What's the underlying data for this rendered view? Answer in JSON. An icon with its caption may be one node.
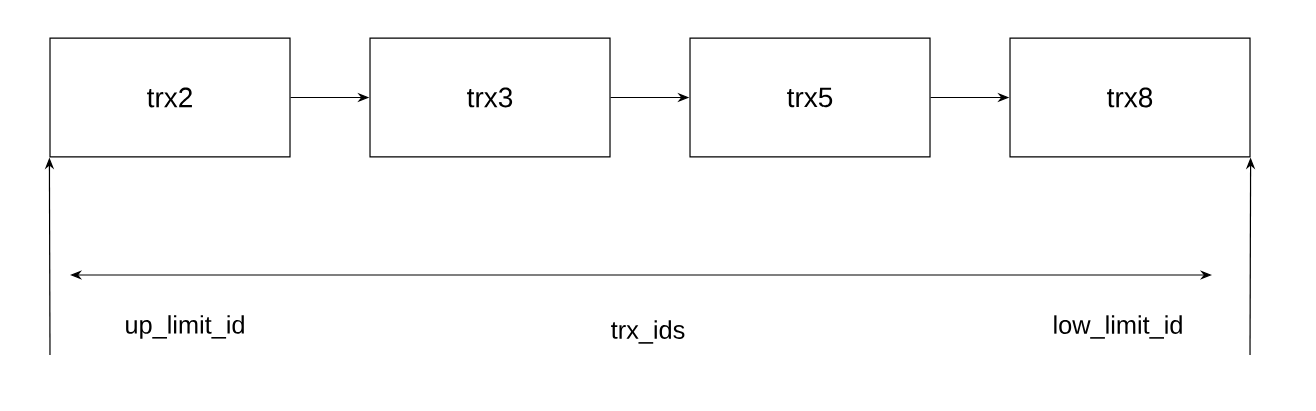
{
  "diagram": {
    "nodes": [
      {
        "text": [
          "trx2"
        ]
      },
      {
        "text": [
          "trx3"
        ]
      },
      {
        "text": [
          "trx5"
        ]
      },
      {
        "text": [
          "trx8"
        ]
      }
    ],
    "edges": [
      {
        "from": 0,
        "to": 1,
        "arrow": "to"
      },
      {
        "from": 1,
        "to": 2,
        "arrow": "to"
      },
      {
        "from": 2,
        "to": 3,
        "arrow": "to"
      },
      {
        "from": null,
        "to": 0,
        "arrow": "to"
      },
      {
        "from": null,
        "to": 3,
        "arrow": "to"
      }
    ],
    "labels": [
      "up_limit_id",
      "trx_ids",
      "low_limit_id"
    ]
  }
}
